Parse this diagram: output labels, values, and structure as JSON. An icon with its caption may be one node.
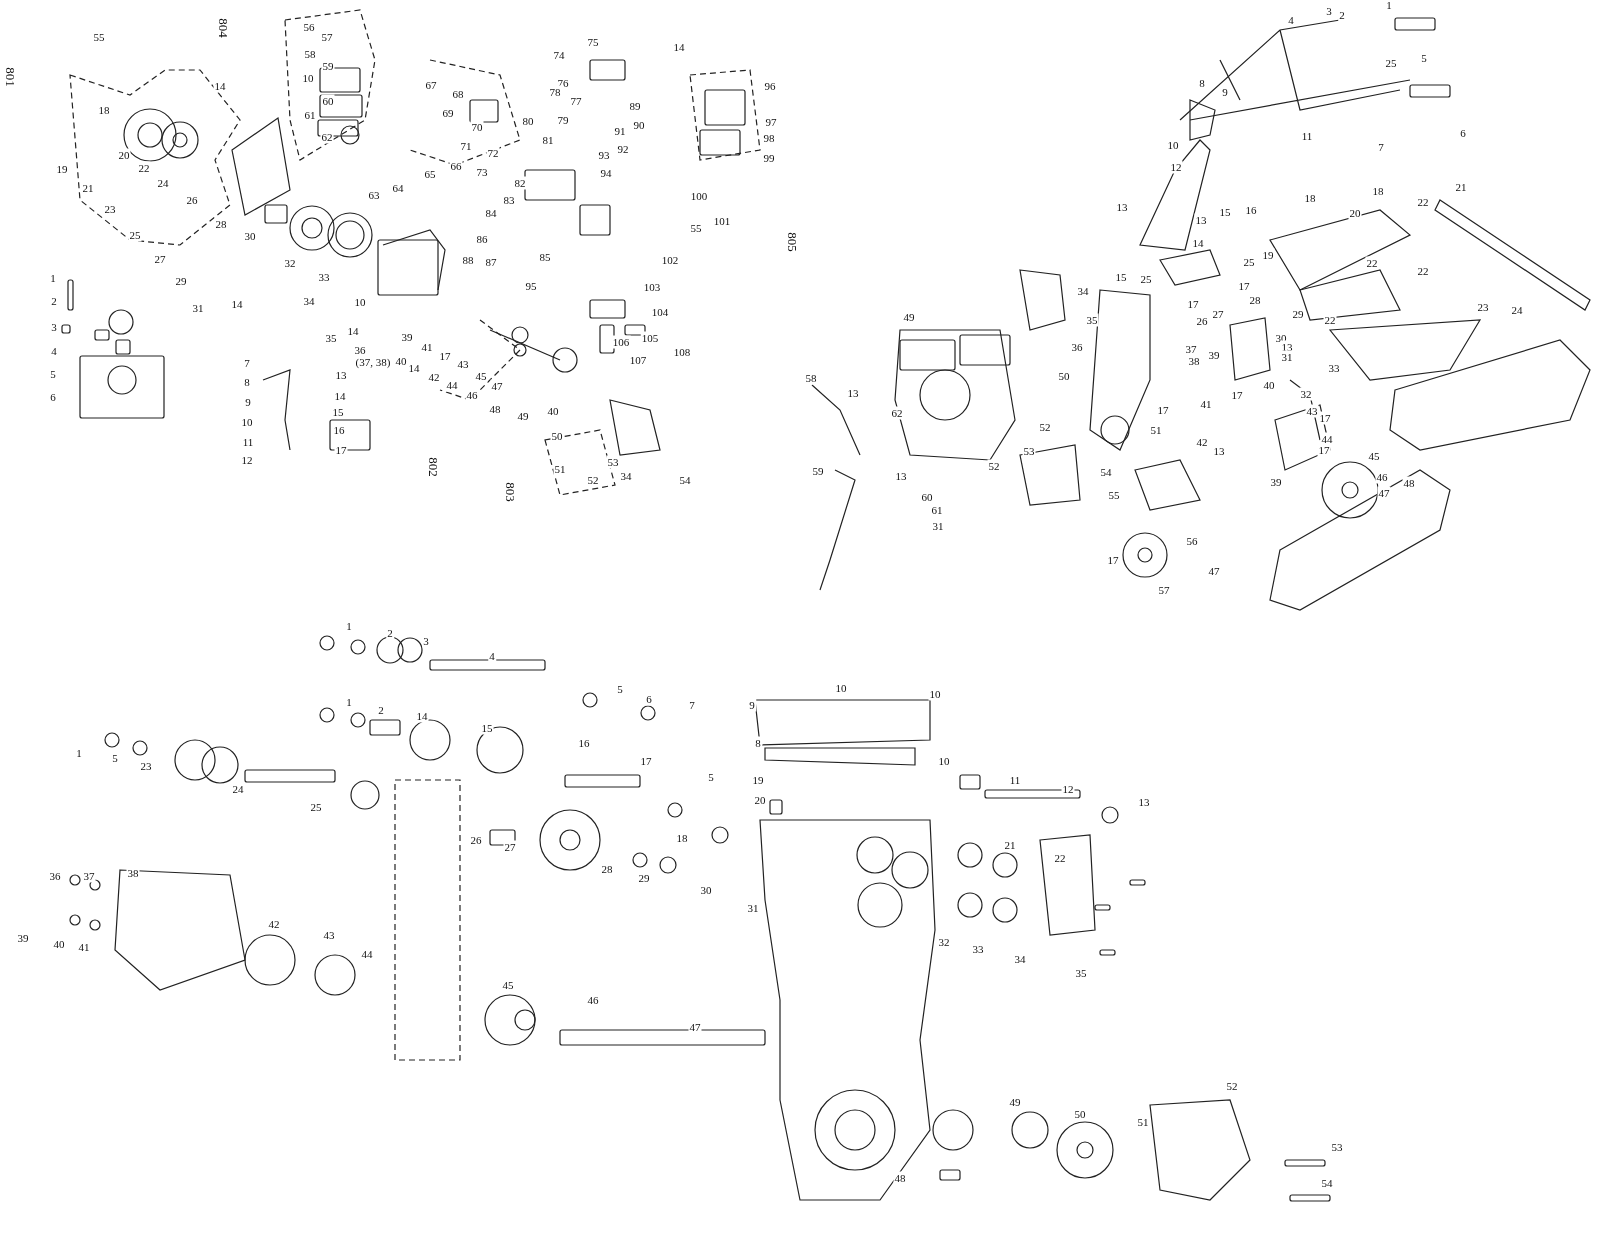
{
  "diagram": {
    "labels": [
      "801",
      "55",
      "18",
      "19",
      "20",
      "21",
      "22",
      "23",
      "24",
      "25",
      "26",
      "27",
      "28",
      "29",
      "30",
      "31",
      "32",
      "14",
      "804",
      "56",
      "57",
      "58",
      "59",
      "10",
      "60",
      "61",
      "62",
      "67",
      "68",
      "69",
      "70",
      "71",
      "72",
      "73",
      "74",
      "75",
      "76",
      "77",
      "78",
      "79",
      "80",
      "81",
      "82",
      "83",
      "84",
      "85",
      "86",
      "87",
      "88",
      "89",
      "90",
      "91",
      "92",
      "93",
      "94",
      "14",
      "96",
      "97",
      "98",
      "99",
      "100",
      "101",
      "55",
      "102",
      "805",
      "63",
      "64",
      "65",
      "66",
      "33",
      "34",
      "14",
      "10",
      "35",
      "14",
      "36",
      "(37, 38)",
      "39",
      "40",
      "41",
      "14",
      "17",
      "42",
      "43",
      "44",
      "45",
      "46",
      "47",
      "48",
      "49",
      "40",
      "95",
      "103",
      "104",
      "105",
      "106",
      "107",
      "108",
      "50",
      "53",
      "34",
      "54",
      "51",
      "52",
      "803",
      "802",
      "1",
      "2",
      "3",
      "4",
      "5",
      "6",
      "7",
      "13",
      "8",
      "14",
      "9",
      "15",
      "10",
      "16",
      "11",
      "17",
      "12",
      "1",
      "2",
      "3",
      "4",
      "5",
      "25",
      "6",
      "7",
      "8",
      "9",
      "10",
      "11",
      "12",
      "13",
      "13",
      "15",
      "16",
      "18",
      "14",
      "19",
      "25",
      "17",
      "17",
      "18",
      "20",
      "21",
      "22",
      "22",
      "22",
      "22",
      "23",
      "24",
      "15",
      "25",
      "34",
      "28",
      "29",
      "27",
      "26",
      "35",
      "49",
      "36",
      "37",
      "30",
      "13",
      "31",
      "58",
      "38",
      "39",
      "50",
      "40",
      "33",
      "13",
      "32",
      "17",
      "17",
      "41",
      "62",
      "43",
      "17",
      "52",
      "51",
      "42",
      "13",
      "44",
      "17",
      "45",
      "53",
      "13",
      "52",
      "39",
      "46",
      "48",
      "54",
      "59",
      "47",
      "55",
      "60",
      "61",
      "31",
      "56",
      "17",
      "47",
      "57",
      "1",
      "2",
      "3",
      "4",
      "1",
      "2",
      "14",
      "15",
      "5",
      "6",
      "7",
      "9",
      "10",
      "10",
      "8",
      "16",
      "17",
      "5",
      "10",
      "11",
      "12",
      "13",
      "19",
      "20",
      "1",
      "5",
      "23",
      "24",
      "25",
      "26",
      "27",
      "18",
      "28",
      "29",
      "21",
      "22",
      "30",
      "31",
      "36",
      "37",
      "38",
      "39",
      "40",
      "41",
      "42",
      "43",
      "32",
      "33",
      "34",
      "35",
      "44",
      "45",
      "46",
      "47",
      "52",
      "49",
      "50",
      "51",
      "53",
      "54",
      "48"
    ]
  }
}
